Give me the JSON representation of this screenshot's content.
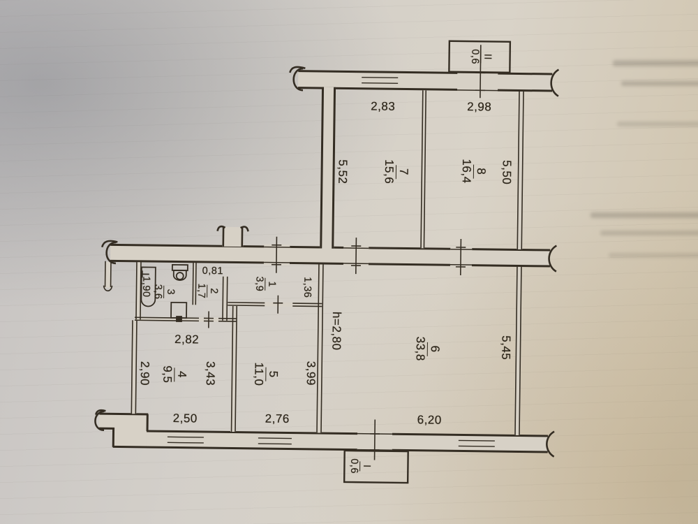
{
  "colors": {
    "ink": "#342d23",
    "paper": "#d7d1c6"
  },
  "rooms": {
    "r1": {
      "number": "1",
      "area": "3,9"
    },
    "r2": {
      "number": "2",
      "area": "1,7"
    },
    "r3": {
      "number": "3",
      "area": "3,6"
    },
    "r4": {
      "number": "4",
      "area": "9,5"
    },
    "r5": {
      "number": "5",
      "area": "11,0"
    },
    "r6": {
      "number": "6",
      "area": "33,8"
    },
    "r7": {
      "number": "7",
      "area": "15,6"
    },
    "r8": {
      "number": "8",
      "area": "16,4"
    }
  },
  "balconies": {
    "b1": {
      "number": "I",
      "area": "0,6"
    },
    "b2": {
      "number": "II",
      "area": "0,6"
    }
  },
  "dimensions": {
    "d283": "2,83",
    "d298": "2,98",
    "d552": "5,52",
    "d550": "5,50",
    "d081": "0,81",
    "d190": "1,90",
    "d136": "1,36",
    "ceiling_height": "h=2,80",
    "d282": "2,82",
    "d290": "2,90",
    "d343": "3,43",
    "d399": "3,99",
    "d545": "5,45",
    "d250": "2,50",
    "d276": "2,76",
    "d620": "6,20"
  }
}
